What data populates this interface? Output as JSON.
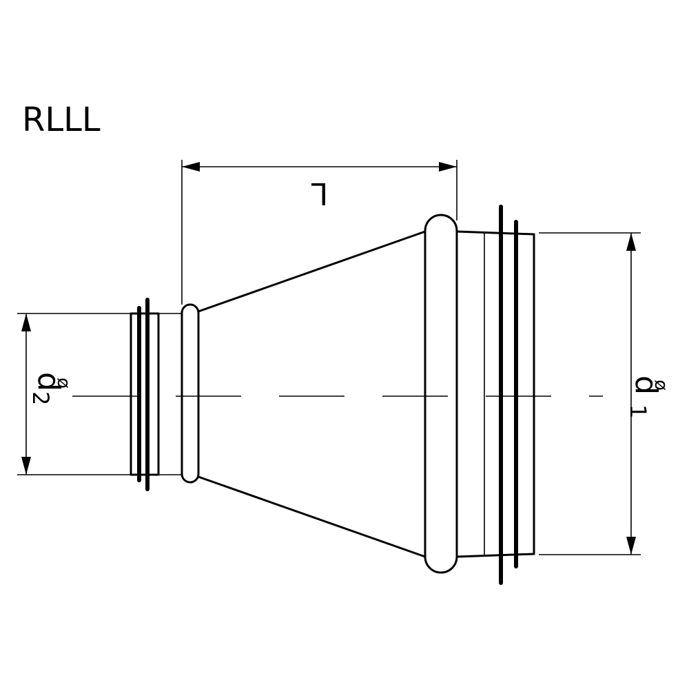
{
  "title": "RLLL",
  "dimensions": {
    "length": {
      "label": "L"
    },
    "small_diameter": {
      "symbol": "ø",
      "letter": "d",
      "index": "2"
    },
    "large_diameter": {
      "symbol": "ø",
      "letter": "d",
      "index": "1"
    }
  },
  "colors": {
    "ink": "#000000",
    "background": "#ffffff"
  }
}
